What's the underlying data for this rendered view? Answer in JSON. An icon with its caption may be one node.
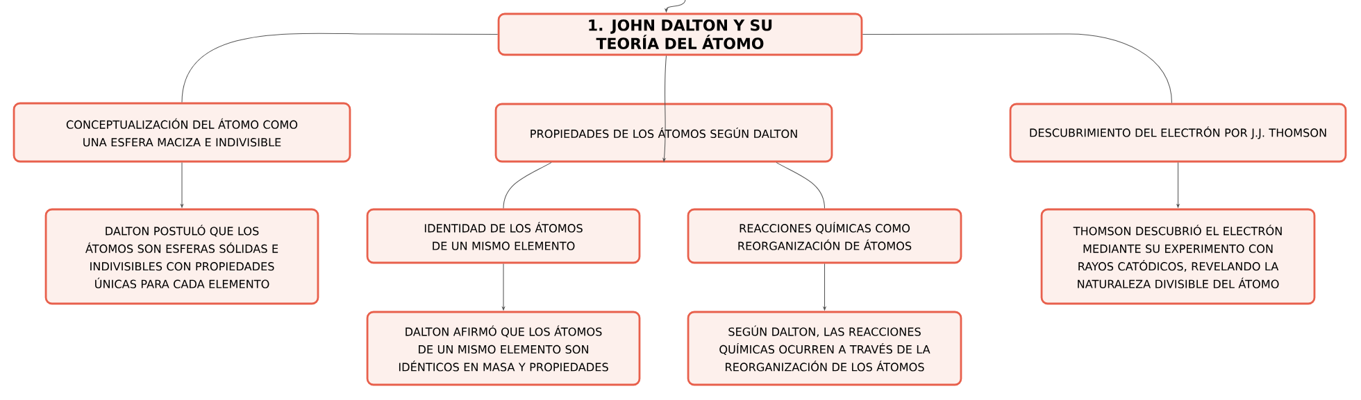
{
  "diagram": {
    "nodes": [
      {
        "text": [
          "1. JOHN DALTON Y SU TEORÍA DEL ÁTOMO"
        ]
      },
      {
        "text": [
          "CONCEPTUALIZACIÓN DEL ÁTOMO COMO UNA ESFERA MACIZA E INDIVISIBLE"
        ]
      },
      {
        "text": [
          "PROPIEDADES DE LOS ÁTOMOS SEGÚN DALTON"
        ]
      },
      {
        "text": [
          "DESCUBRIMIENTO DEL ELECTRÓN POR J.J. THOMSON"
        ]
      },
      {
        "text": [
          "DALTON POSTULÓ QUE LOS ÁTOMOS SON ESFERAS SÓLIDAS E INDIVISIBLES CON PROPIEDADES ÚNICAS PARA CADA ELEMENTO"
        ]
      },
      {
        "text": [
          "IDENTIDAD DE LOS ÁTOMOS DE UN MISMO ELEMENTO"
        ]
      },
      {
        "text": [
          "REACCIONES QUÍMICAS COMO REORGANIZACIÓN DE ÁTOMOS"
        ]
      },
      {
        "text": [
          "THOMSON DESCUBRIÓ EL ELECTRÓN MEDIANTE SU EXPERIMENTO CON RAYOS CATÓDICOS, REVELANDO LA NATURALEZA DIVISIBLE DEL ÁTOMO"
        ]
      },
      {
        "text": [
          "DALTON AFIRMÓ QUE LOS ÁTOMOS DE UN MISMO ELEMENTO SON IDÉNTICOS EN MASA Y PROPIEDADES"
        ]
      },
      {
        "text": [
          "SEGÚN DALTON, LAS REACCIONES QUÍMICAS OCURREN A TRAVÉS DE LA REORGANIZACIÓN DE LOS ÁTOMOS"
        ]
      }
    ],
    "edges": [
      {
        "from": null,
        "to": 0,
        "arrow": "to"
      },
      {
        "from": 0,
        "to": 1,
        "arrow": "none"
      },
      {
        "from": 0,
        "to": 2,
        "arrow": "to"
      },
      {
        "from": 0,
        "to": 3,
        "arrow": "none"
      },
      {
        "from": 1,
        "to": 4,
        "arrow": "to"
      },
      {
        "from": 2,
        "to": 5,
        "arrow": "none"
      },
      {
        "from": 2,
        "to": 6,
        "arrow": "none"
      },
      {
        "from": 3,
        "to": 7,
        "arrow": "to"
      },
      {
        "from": 5,
        "to": 8,
        "arrow": "to"
      },
      {
        "from": 6,
        "to": 9,
        "arrow": "to"
      }
    ]
  }
}
